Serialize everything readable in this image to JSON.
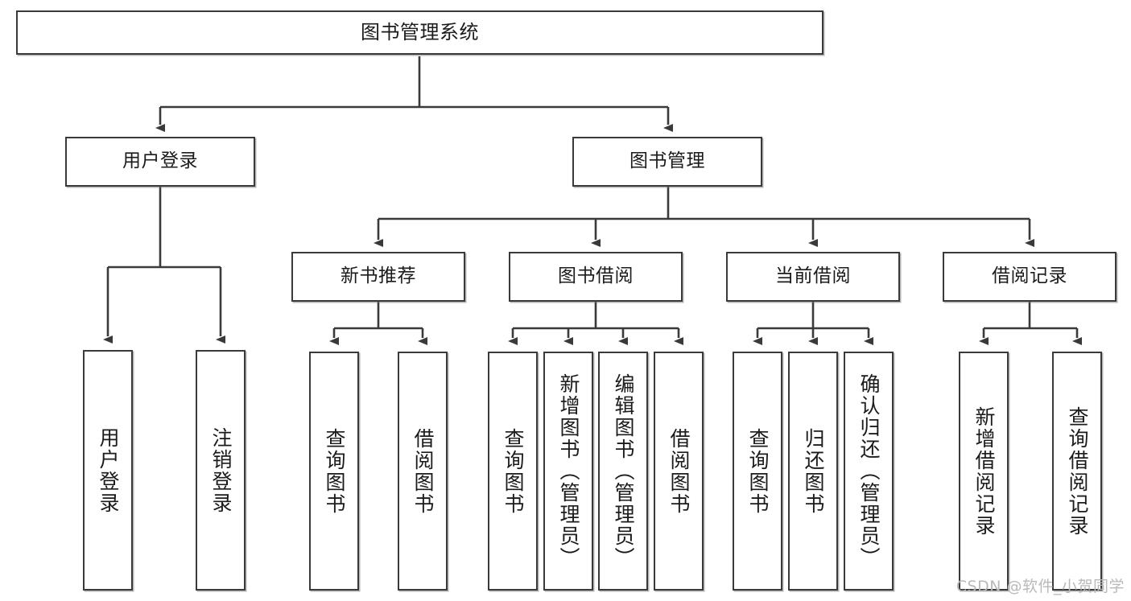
{
  "diagram": {
    "title": "图书管理系统",
    "watermark": "CSDN @软件_小贺同学",
    "line_color": "#3a3a3a",
    "box_fill": "#ffffff",
    "text_color": "#1b1b1b",
    "watermark_color": "#b9b9b9"
  },
  "nodes": {
    "root": {
      "label": "图书管理系统"
    },
    "level2": [
      {
        "label": "用户登录"
      },
      {
        "label": "图书管理"
      }
    ],
    "level3": [
      {
        "label": "新书推荐"
      },
      {
        "label": "图书借阅"
      },
      {
        "label": "当前借阅"
      },
      {
        "label": "借阅记录"
      }
    ],
    "leaves": {
      "user_login": [
        {
          "label": "用户登录"
        },
        {
          "label": "注销登录"
        }
      ],
      "new_book_recommend": [
        {
          "label": "查询图书"
        },
        {
          "label": "借阅图书"
        }
      ],
      "book_borrow": [
        {
          "label": "查询图书"
        },
        {
          "label": "新增图书（管理员）"
        },
        {
          "label": "编辑图书（管理员）"
        },
        {
          "label": "借阅图书"
        }
      ],
      "current_borrow": [
        {
          "label": "查询图书"
        },
        {
          "label": "归还图书"
        },
        {
          "label": "确认归还（管理员）"
        }
      ],
      "borrow_record": [
        {
          "label": "新增借阅记录"
        },
        {
          "label": "查询借阅记录"
        }
      ]
    }
  }
}
